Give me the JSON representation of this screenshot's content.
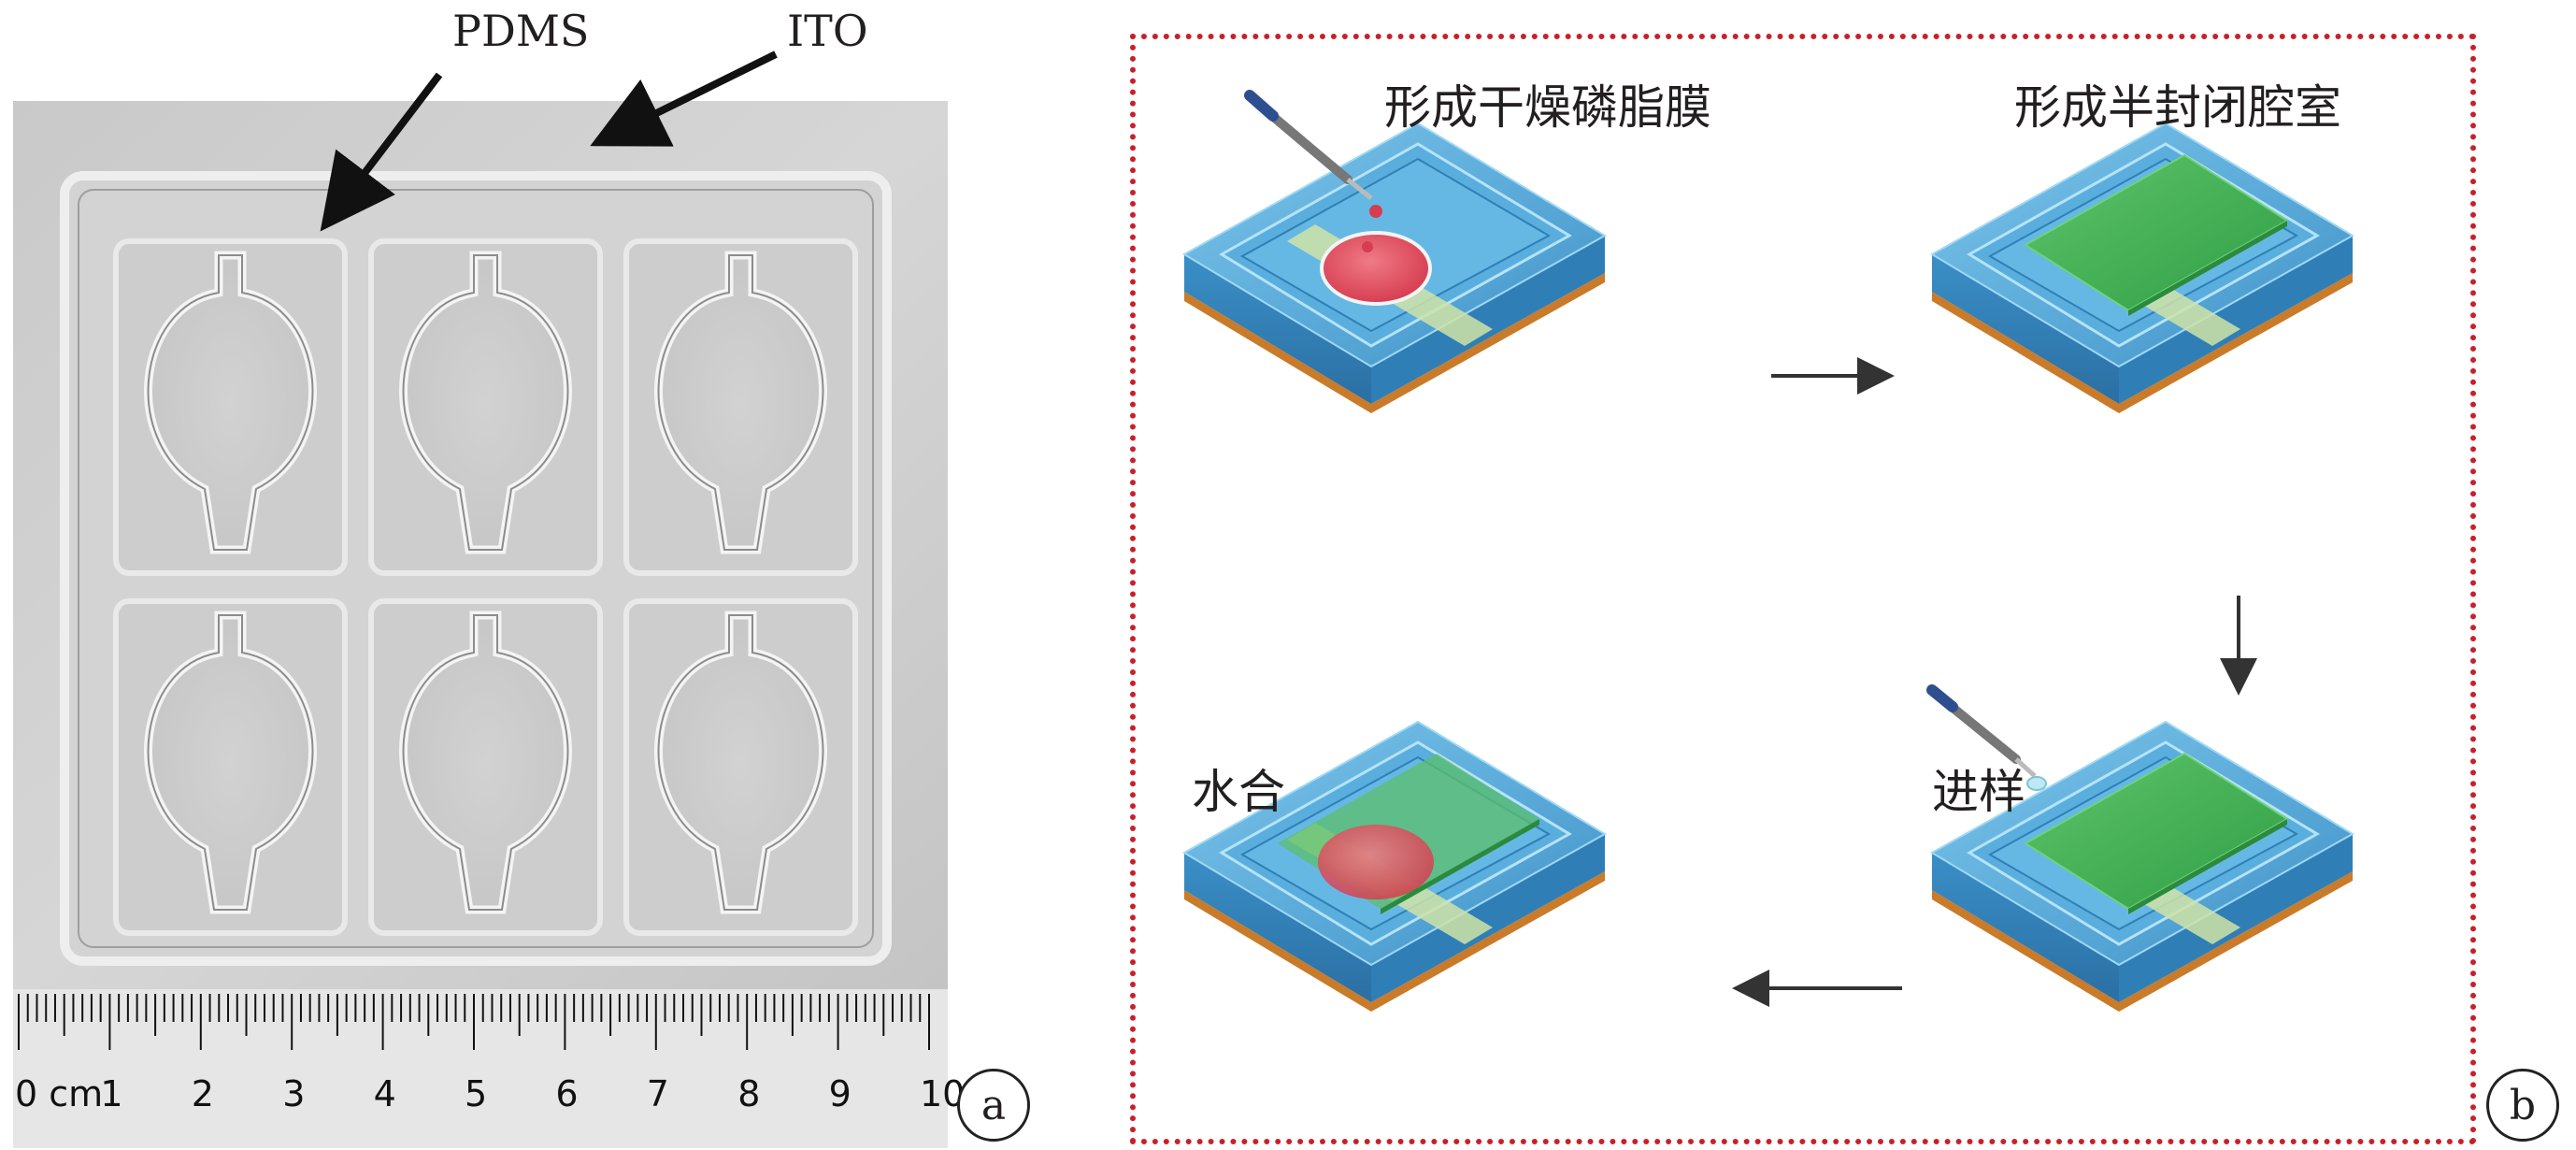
{
  "panel_a": {
    "pdms_label": "PDMS",
    "ito_label": "ITO",
    "ruler_labels": [
      "0 cm",
      "1",
      "2",
      "3",
      "4",
      "5",
      "6",
      "7",
      "8",
      "9",
      "10"
    ],
    "panel_tag": "a"
  },
  "panel_b": {
    "step1_label": "形成干燥磷脂膜",
    "step2_label": "形成半封闭腔室",
    "step3_label": "进样",
    "step4_label": "水合",
    "panel_tag": "b",
    "border_color": "#c8202b"
  },
  "colors": {
    "chip_blue": "#4aa6d8",
    "membrane_green": "#3fae52",
    "lipid_red": "#e64b5c",
    "substrate_orange": "#c97b2a"
  }
}
